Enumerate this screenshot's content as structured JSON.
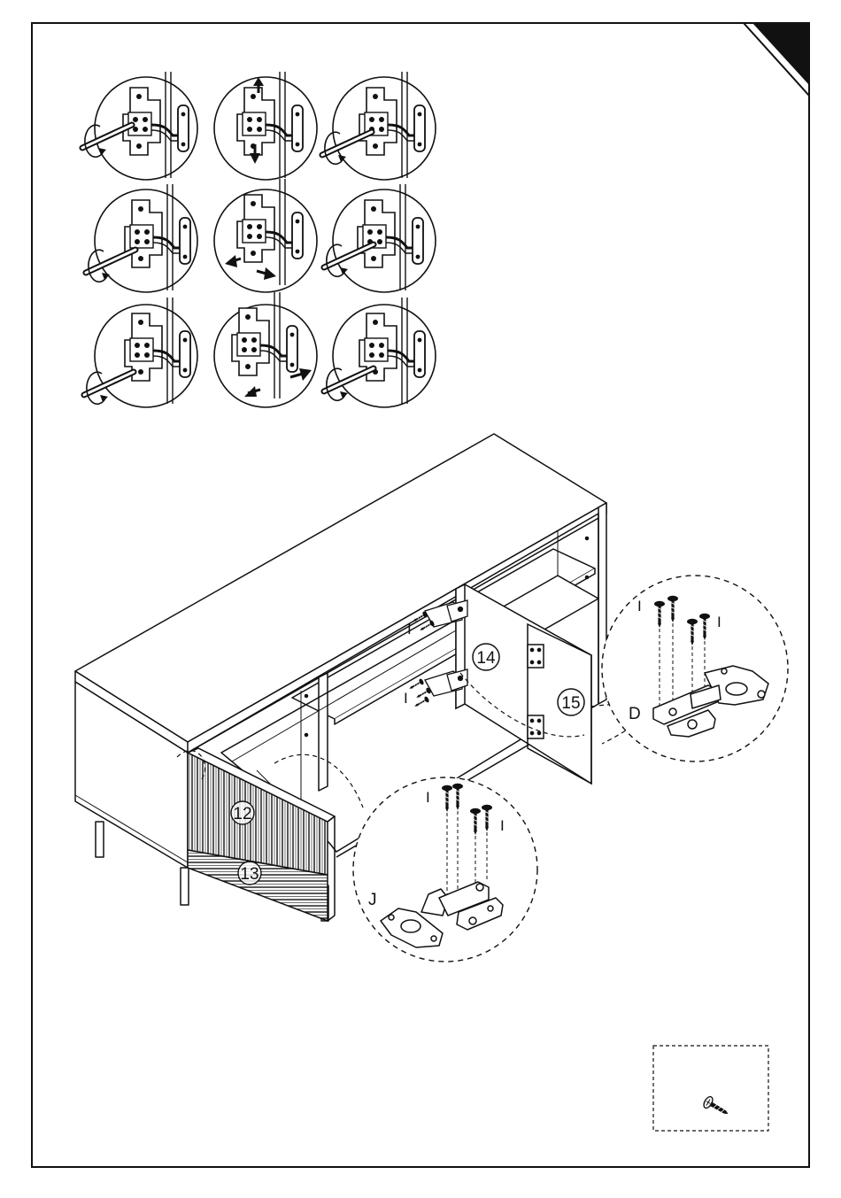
{
  "labels": {
    "door_left_top": "12",
    "door_left_bottom": "13",
    "door_right_inner": "14",
    "door_right_outer": "15",
    "screw_part": "I",
    "hinge_d": "D",
    "hinge_j": "J"
  },
  "hinge_adjustment_steps": [
    {
      "action": "screw"
    },
    {
      "action": "move-vertical"
    },
    {
      "action": "screw"
    },
    {
      "action": "screw"
    },
    {
      "action": "move-horizontal"
    },
    {
      "action": "screw"
    },
    {
      "action": "screw"
    },
    {
      "action": "move-depth"
    },
    {
      "action": "screw"
    }
  ],
  "icons": {
    "corner_tab": "corner-tab-icon",
    "screw": "screw-icon"
  },
  "colors": {
    "line": "#111111",
    "fill": "#ffffff"
  }
}
